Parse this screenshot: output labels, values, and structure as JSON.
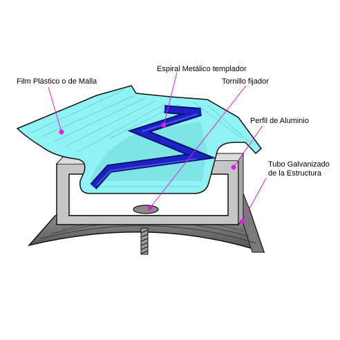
{
  "labels": {
    "film": "Film Plástico o de Malla",
    "espiral": "Espiral Metálico templador",
    "tornillo": "Tornillo fijador",
    "perfil": "Perfil de Aluminio",
    "tubo_line1": "Tubo Galvanizado",
    "tubo_line2": "de la Estructura"
  },
  "colors": {
    "film": "#8ff3f3",
    "spiral": "#1c23c4",
    "aluminium": "#c6c6c6",
    "tube": "#6e6e6e",
    "leader": "#e01ee0"
  }
}
